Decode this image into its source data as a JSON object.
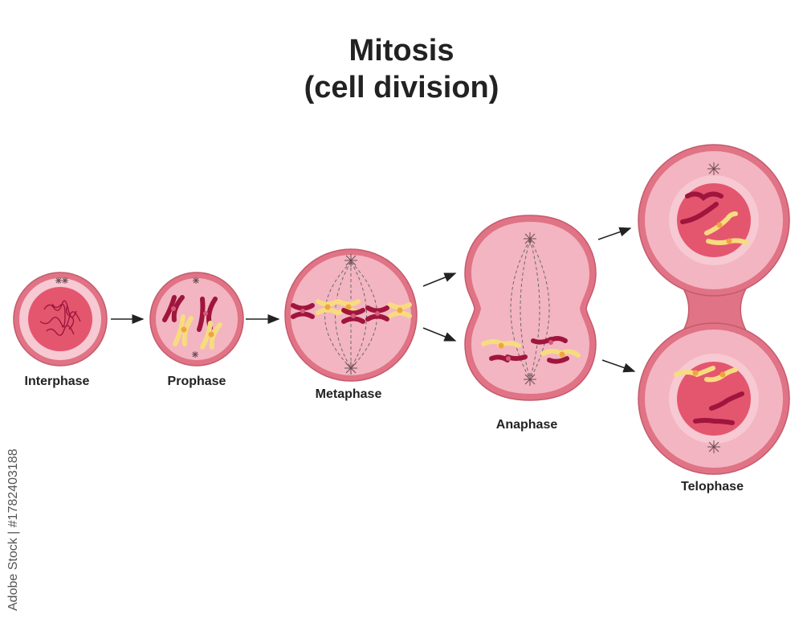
{
  "title": {
    "line1": "Mitosis",
    "line2": "(cell division)"
  },
  "phases": [
    {
      "id": "interphase",
      "label": "Interphase"
    },
    {
      "id": "prophase",
      "label": "Prophase"
    },
    {
      "id": "metaphase",
      "label": "Metaphase"
    },
    {
      "id": "anaphase",
      "label": "Anaphase"
    },
    {
      "id": "telophase",
      "label": "Telophase"
    }
  ],
  "watermark": "Adobe Stock | #1782403188",
  "colors": {
    "membrane": "#e07385",
    "membrane_edge": "#c55a6c",
    "cytoplasm": "#f3b5c1",
    "nucleus_ring": "#f7c9d2",
    "nucleus": "#e4566e",
    "chromosome_dark": "#a0153d",
    "chromosome_light": "#f6dc7f",
    "centromere": "#f0a53c",
    "spindle": "#6b6b6b"
  }
}
